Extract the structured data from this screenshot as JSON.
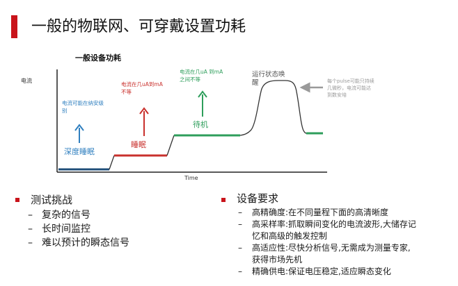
{
  "slide": {
    "title": "一般的物联网、可穿戴设置功耗"
  },
  "diagram": {
    "title": "一般设备功耗",
    "y_axis_label": "电流",
    "x_axis_label": "Time",
    "phases": {
      "deep_sleep": {
        "label": "深度睡眠",
        "note_lines": [
          "电流可能在纳安级",
          "别"
        ],
        "color": "#2f7fbf"
      },
      "sleep": {
        "label": "睡眠",
        "note_lines": [
          "电流在几uA到mA",
          "不等"
        ],
        "color": "#c9302c"
      },
      "standby": {
        "label": "待机",
        "note_lines": [
          "电流在几uA 到mA",
          "之间不等"
        ],
        "color": "#2e9e5b"
      },
      "running": {
        "label_lines": [
          "运行状态唤",
          "醒"
        ],
        "color": "#555555"
      },
      "pulse": {
        "note_lines": [
          "每个pulse可能只持续",
          "几微秒，电流可能达",
          "到数安培"
        ],
        "color": "#9a9a9a"
      }
    },
    "colors": {
      "baseline": "#1f4e79",
      "axis": "#222222",
      "trace": "#333333"
    }
  },
  "left_list": {
    "heading": "测试挑战",
    "items": [
      "复杂的信号",
      "长时间监控",
      "难以预计的瞬态信号"
    ]
  },
  "right_list": {
    "heading": "设备要求",
    "items": [
      {
        "lines": [
          "高精确度:在不同量程下面的高清晰度"
        ]
      },
      {
        "lines": [
          "高采样率:抓取瞬间变化的电流波形,大储存记",
          "忆和高级的触发控制"
        ]
      },
      {
        "lines": [
          "高适应性:尽快分析信号,无需成为测量专家,",
          "获得市场先机"
        ]
      },
      {
        "lines": [
          "精确供电:保证电压稳定,适应瞬态变化"
        ]
      }
    ]
  },
  "colors": {
    "accent": "#c9141b"
  }
}
